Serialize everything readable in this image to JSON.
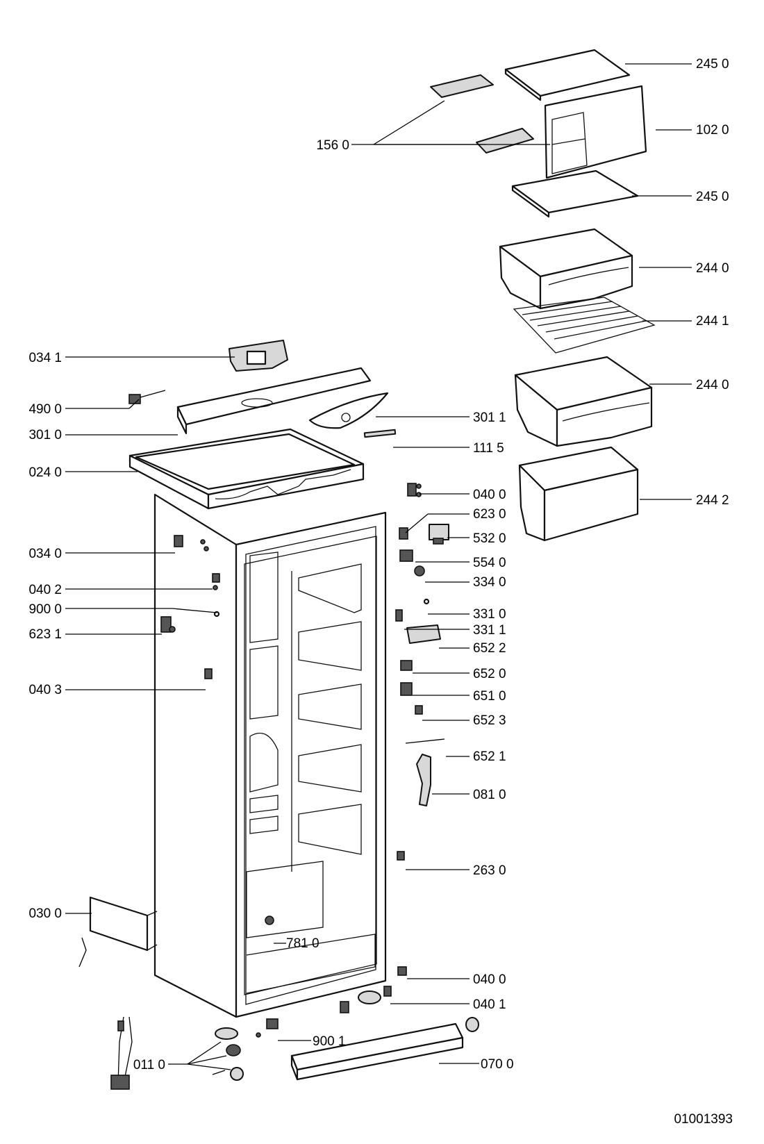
{
  "drawing_number": "01001393",
  "part_labels": [
    "245 0",
    "102 0",
    "156 0",
    "245 0",
    "244 0",
    "244 1",
    "244 0",
    "244 2",
    "034 1",
    "490 0",
    "301 0",
    "301 1",
    "111 5",
    "024 0",
    "040 0",
    "623 0",
    "532 0",
    "034 0",
    "554 0",
    "334 0",
    "040 2",
    "900 0",
    "331 0",
    "623 1",
    "331 1",
    "652 2",
    "652 0",
    "040 3",
    "651 0",
    "652 3",
    "652 1",
    "081 0",
    "263 0",
    "030 0",
    "781 0",
    "040 0",
    "040 1",
    "900 1",
    "011 0",
    "070 0"
  ]
}
